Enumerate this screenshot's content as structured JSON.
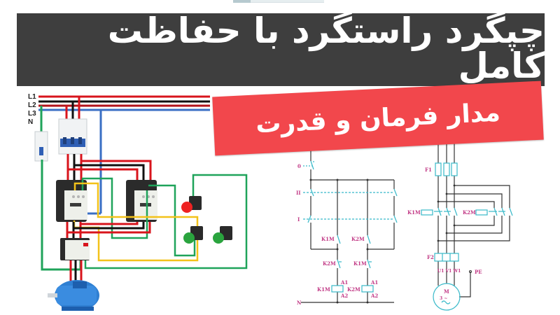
{
  "header": {
    "title": "چپگرد راستگرد با حفاظت کامل",
    "subtitle": "مدار فرمان و قدرت"
  },
  "colors": {
    "title_bg": "#3e3e3e",
    "subtitle_bg": "#f2474c",
    "title_text": "#ffffff",
    "wire_red": "#d8141c",
    "wire_black": "#111111",
    "wire_blue": "#3a6fc4",
    "wire_green": "#1fa35a",
    "wire_yellow": "#f3c21a",
    "schematic_line": "#333333",
    "schematic_symbol": "#37b9c9",
    "schematic_label": "#c23a86"
  },
  "wiring_diagram": {
    "phase_labels": [
      "L1",
      "L2",
      "L3",
      "N"
    ],
    "components": [
      "3-pole breaker",
      "1-pole breaker",
      "contactor K1M",
      "contactor K2M",
      "thermal overload relay",
      "stop button (red)",
      "start button forward (green)",
      "start button reverse (green)",
      "3-phase motor"
    ]
  },
  "control_circuit": {
    "labels": {
      "stop": "0",
      "reverse": "II",
      "forward": "I",
      "neutral": "N",
      "k1m_hold": "K1M",
      "k2m_hold": "K2M",
      "k2m_interlock": "K2M",
      "k1m_interlock": "K1M",
      "coil1": "K1M",
      "coil2": "K2M",
      "a1_left": "A1",
      "a2_left": "A2",
      "a1_right": "A1",
      "a2_right": "A2"
    }
  },
  "power_circuit": {
    "labels": {
      "fuse": "F1",
      "k1m": "K1M",
      "k2m": "K2M",
      "overload": "F2",
      "terminals": "U1 V1 W1",
      "pe": "PE",
      "motor": "M",
      "motor_type": "3 ~"
    }
  }
}
